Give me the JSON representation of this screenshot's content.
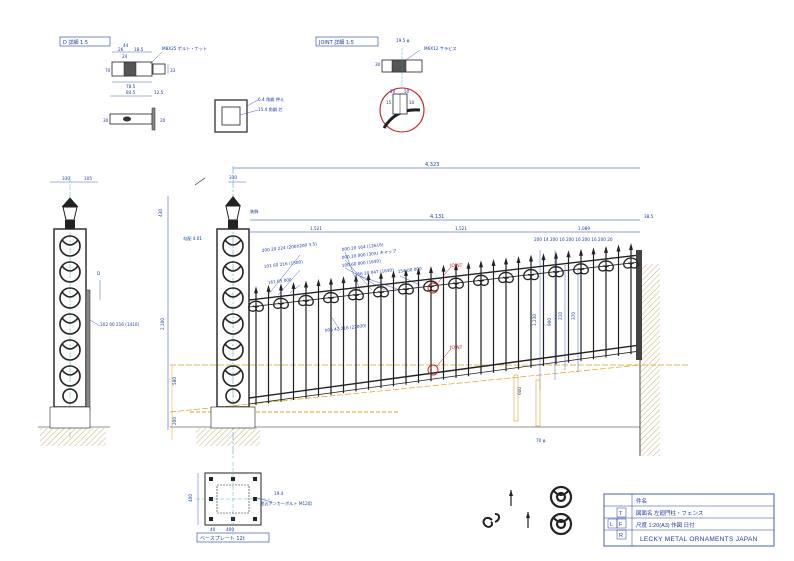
{
  "details": {
    "d_detail_title": "D 詳細 1:5",
    "joint_detail_title": "JOINT 詳細 1:5",
    "d_dims": [
      "44",
      "26",
      "18.5",
      "70",
      "78.5",
      "84.5",
      "12.5",
      "30",
      "20",
      "33",
      "24"
    ],
    "d_bolt_note": "M8X25 ボルト・ナット",
    "joint_dims": [
      "19.5 φ",
      "30",
      "20",
      "50",
      "15",
      "10"
    ],
    "joint_screw_note": "M6X12 サラビス",
    "section_notes": [
      "6.4 角鋼 押え",
      "15.4 角鋼 芯"
    ]
  },
  "main": {
    "overall_width": "4,323",
    "inner_width": "4,131",
    "span_left": "1,521",
    "span_mid": "1,521",
    "span_right": "1,089",
    "right_offset": "38.5",
    "post_width": "330",
    "post_side_dims": [
      "330",
      "105"
    ],
    "top_dim": "430",
    "height_dim": "2,100",
    "picket_spacing": "200 14 200 16 200 16 200 16 200 20",
    "lower_dims": [
      "580",
      "200",
      "200"
    ],
    "slope_note": "勾配 4.01",
    "post_cap_note": "装飾",
    "pipe_labels": [
      "200 20 224 (200X200 3.5)",
      "101 60 216 (1500)",
      "161 65 000",
      "000 20 164 (12616)",
      "000 20 000 (30X)  キャップ",
      "100 60 000 (1630)",
      "156 20 047 (1630)",
      "154 00 000",
      "000 42 216 (22000)",
      "102 00 216 (1410)"
    ],
    "joint_tag_upper": "JOINT",
    "joint_tag_lower": "JOINT",
    "d_tag": "D",
    "right_dims": [
      "1,230",
      "900",
      "210",
      "370",
      "600",
      "70 φ"
    ]
  },
  "base_plate": {
    "title": "ベースプレート  12t",
    "dims": [
      "400",
      "400",
      "40",
      "19.4"
    ],
    "anchor_note": "埋込アンカーボルト M12用"
  },
  "title_block": {
    "rows": [
      "件名",
      "図面名   左廻門柱・フェンス",
      "尺度 1:20(A3)  作図  日付  ",
      "LECKY METAL ORNAMENTS JAPAN"
    ],
    "side_letters": [
      "T",
      "F",
      "L",
      "R"
    ]
  },
  "colors": {
    "drawing_blue": "#1a3ba6",
    "steel_black": "#222222",
    "center_cyan": "#1aa6b8",
    "grade_orange": "#e0a020",
    "joint_red": "#c81e1e",
    "ground_hatch": "#d9c9a0"
  }
}
